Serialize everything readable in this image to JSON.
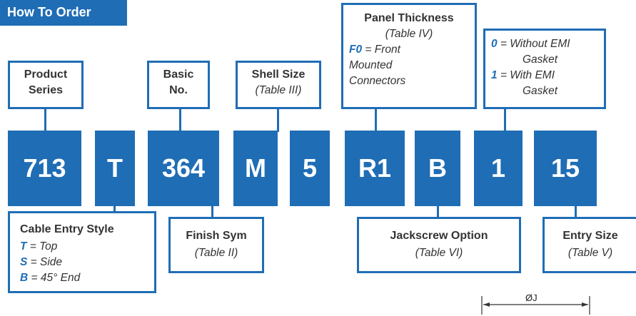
{
  "title": "How To Order",
  "code_segments": [
    "713",
    "T",
    "364",
    "M",
    "5",
    "R1",
    "B",
    "1",
    "15"
  ],
  "boxes": {
    "product_series": {
      "line1": "Product",
      "line2": "Series"
    },
    "basic_no": {
      "line1": "Basic",
      "line2": "No."
    },
    "shell_size": {
      "title": "Shell Size",
      "sub": "(Table III)"
    },
    "panel_thickness": {
      "title": "Panel Thickness",
      "sub": "(Table IV)",
      "key": "F0",
      "desc1": "= Front",
      "desc2": "Mounted",
      "desc3": "Connectors"
    },
    "emi": {
      "k0": "0",
      "d0a": "= Without EMI",
      "d0b": "Gasket",
      "k1": "1",
      "d1a": "= With EMI",
      "d1b": "Gasket"
    },
    "cable_entry": {
      "title": "Cable Entry Style",
      "k1": "T",
      "d1": "= Top",
      "k2": "S",
      "d2": "= Side",
      "k3": "B",
      "d3": "= 45° End"
    },
    "finish": {
      "title": "Finish Sym",
      "sub": "(Table II)"
    },
    "jackscrew": {
      "title": "Jackscrew Option",
      "sub": "(Table VI)"
    },
    "entry_size": {
      "title": "Entry Size",
      "sub": "(Table V)"
    }
  },
  "dimension_label": "ØJ"
}
